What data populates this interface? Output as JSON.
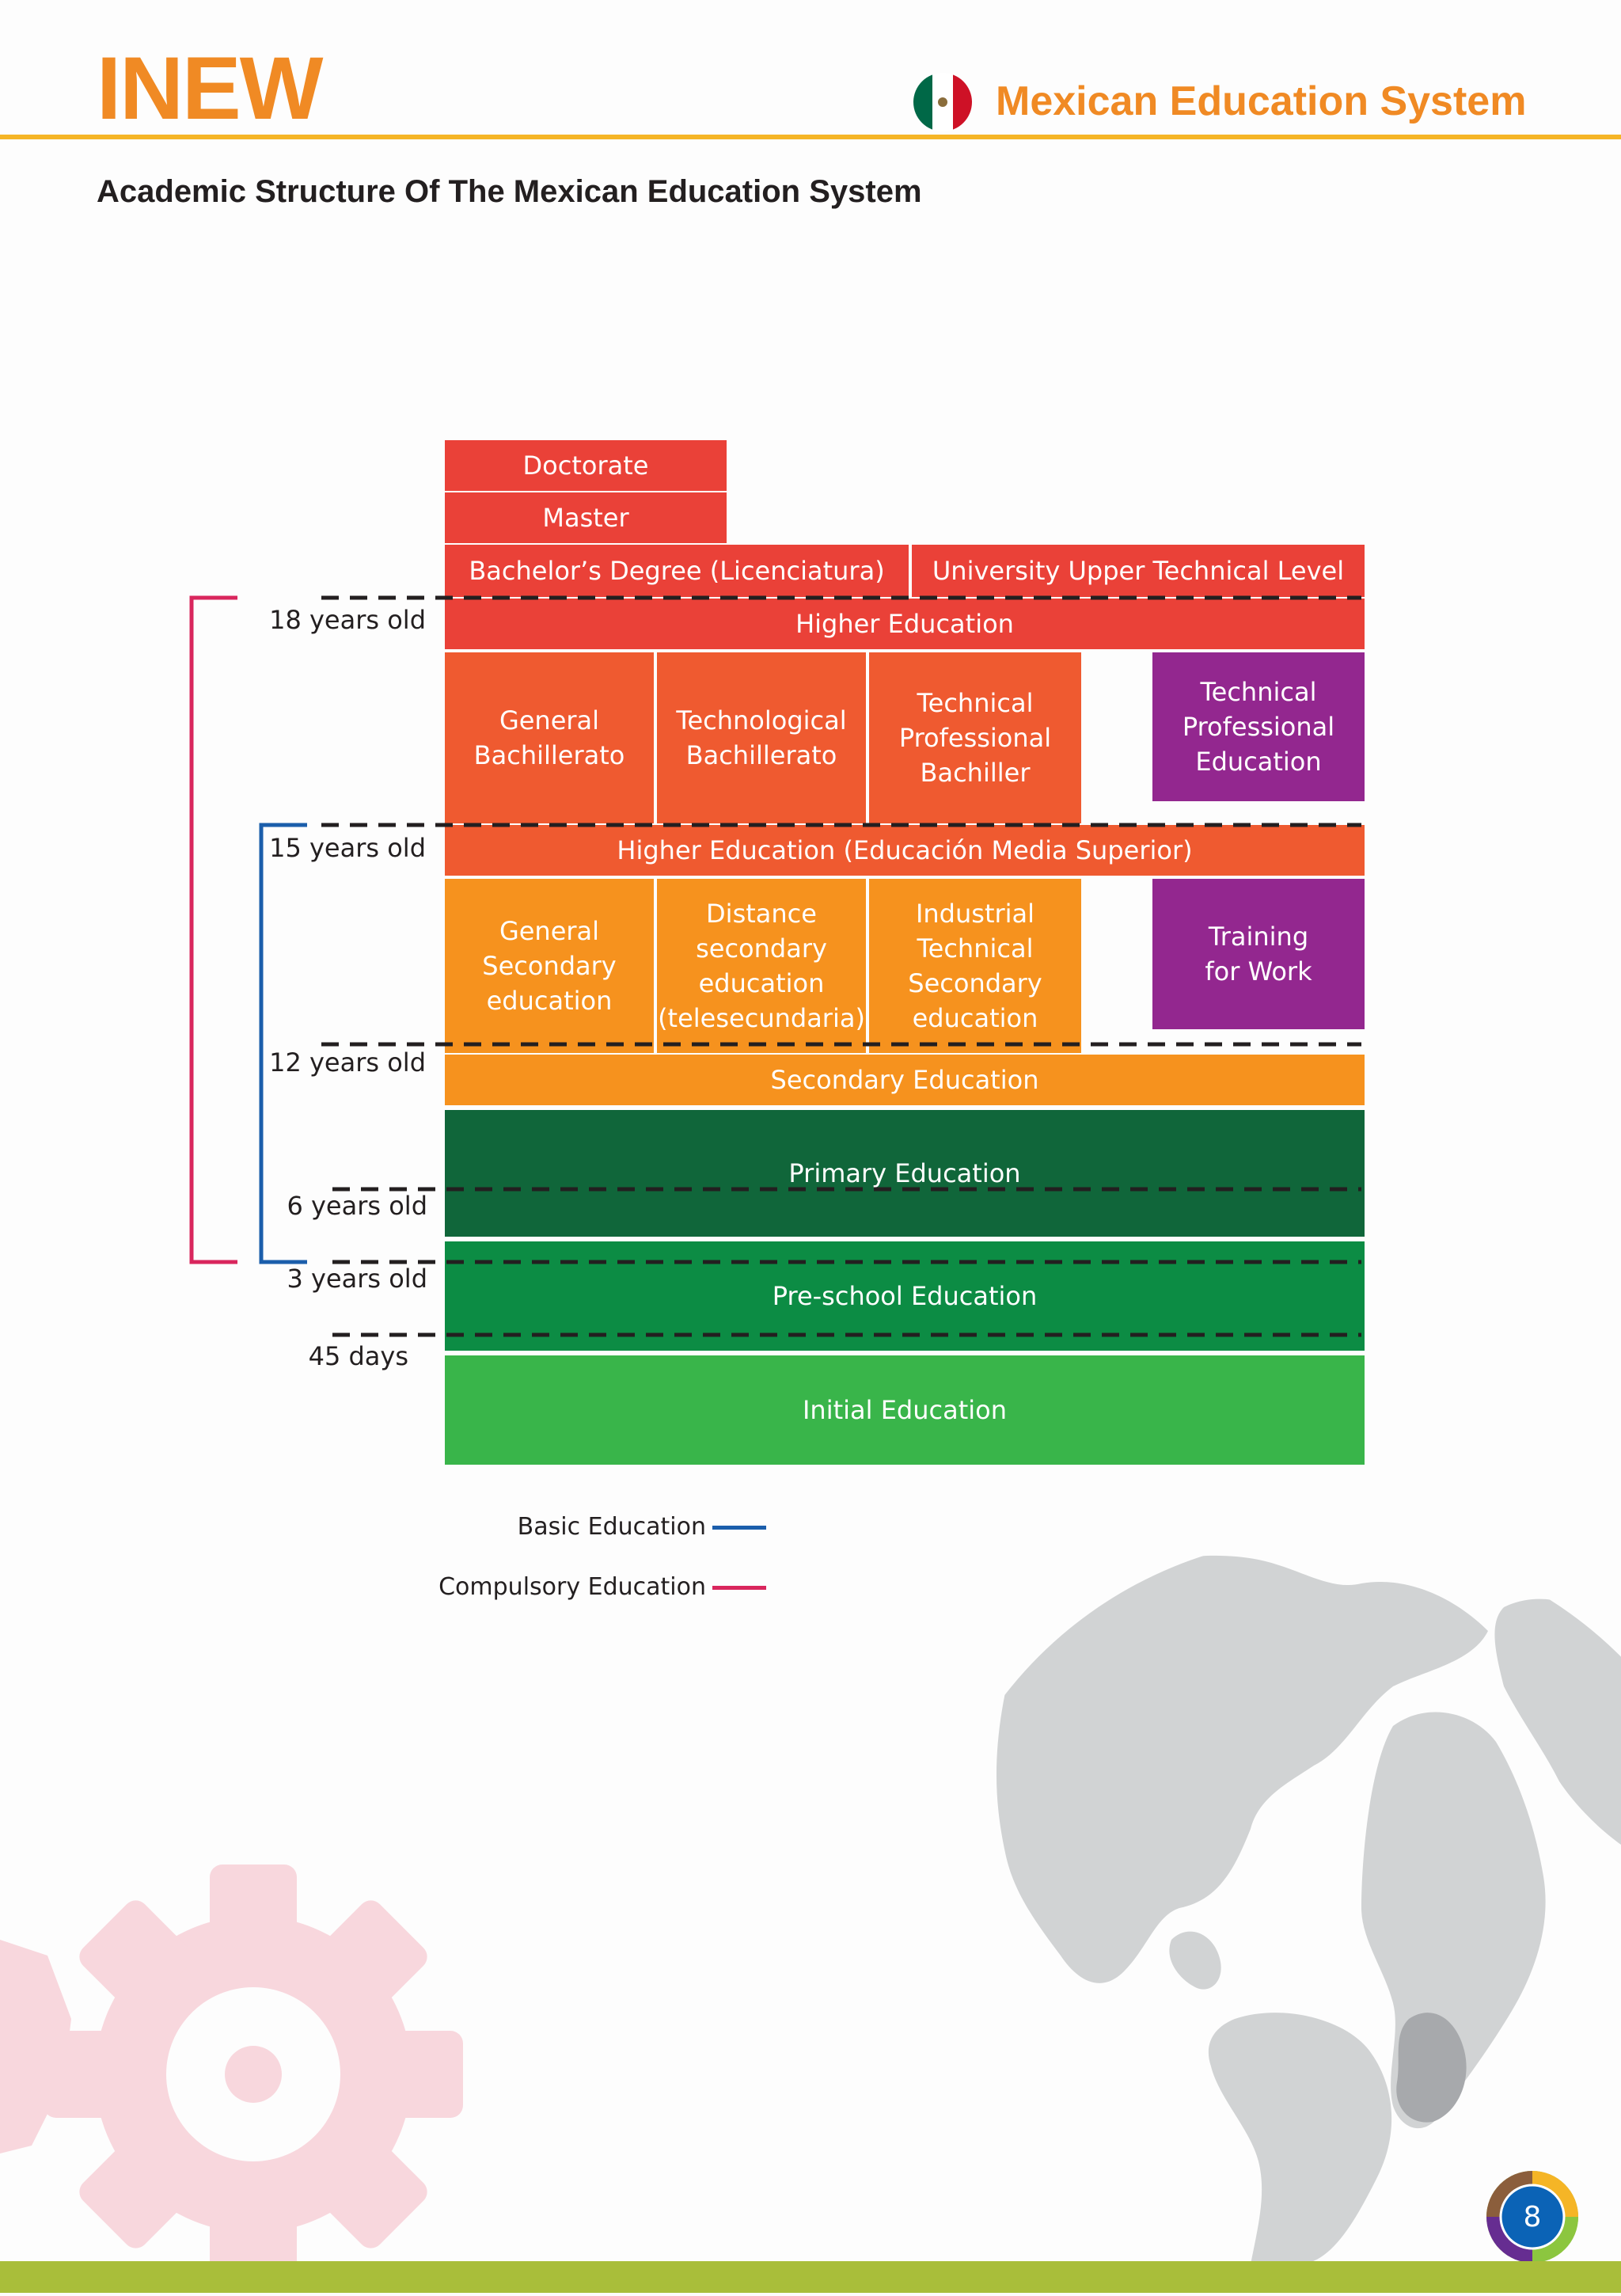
{
  "header": {
    "logo_text": "INEW",
    "document_title": "Mexican Education System",
    "page_title": "Academic Structure Of The Mexican Education System"
  },
  "diagram": {
    "levels": {
      "doctorate": "Doctorate",
      "master": "Master",
      "bachelors": "Bachelor’s Degree (Licenciatura)",
      "university_technical": "University Upper Technical Level",
      "higher_education": "Higher Education",
      "general_bachillerato": "General\nBachillerato",
      "technological_bachillerato": "Technological\nBachillerato",
      "technical_professional_bachiller": "Technical\nProfessional\nBachiller",
      "technical_professional_education": "Technical\nProfessional\nEducation",
      "media_superior": "Higher Education (Educación Media Superior)",
      "general_secondary": "General\nSecondary\neducation",
      "distance_secondary": "Distance\nsecondary\neducation\n(telesecundaria)",
      "industrial_technical_secondary": "Industrial\nTechnical\nSecondary\neducation",
      "training_for_work": "Training\nfor Work",
      "secondary_education": "Secondary Education",
      "primary_education": "Primary Education",
      "preschool_education": "Pre-school Education",
      "initial_education": "Initial Education"
    },
    "ages": {
      "age_18": "18 years old",
      "age_15": "15 years old",
      "age_12": "12 years old",
      "age_6": "6 years old",
      "age_3": "3 years old",
      "age_45d": "45 days"
    },
    "legend": {
      "basic": "Basic Education",
      "compulsory": "Compulsory Education"
    },
    "colors": {
      "higher": "#ea4138",
      "upper_secondary": "#ef5a30",
      "secondary": "#f6921e",
      "vocational": "#93278f",
      "primary": "#10663a",
      "preschool": "#0c8c44",
      "initial": "#39b54a",
      "basic_bracket": "#1b5eab",
      "compulsory_bracket": "#d9265d",
      "accent": "#f08a24"
    }
  },
  "footer": {
    "page_number": "8"
  }
}
